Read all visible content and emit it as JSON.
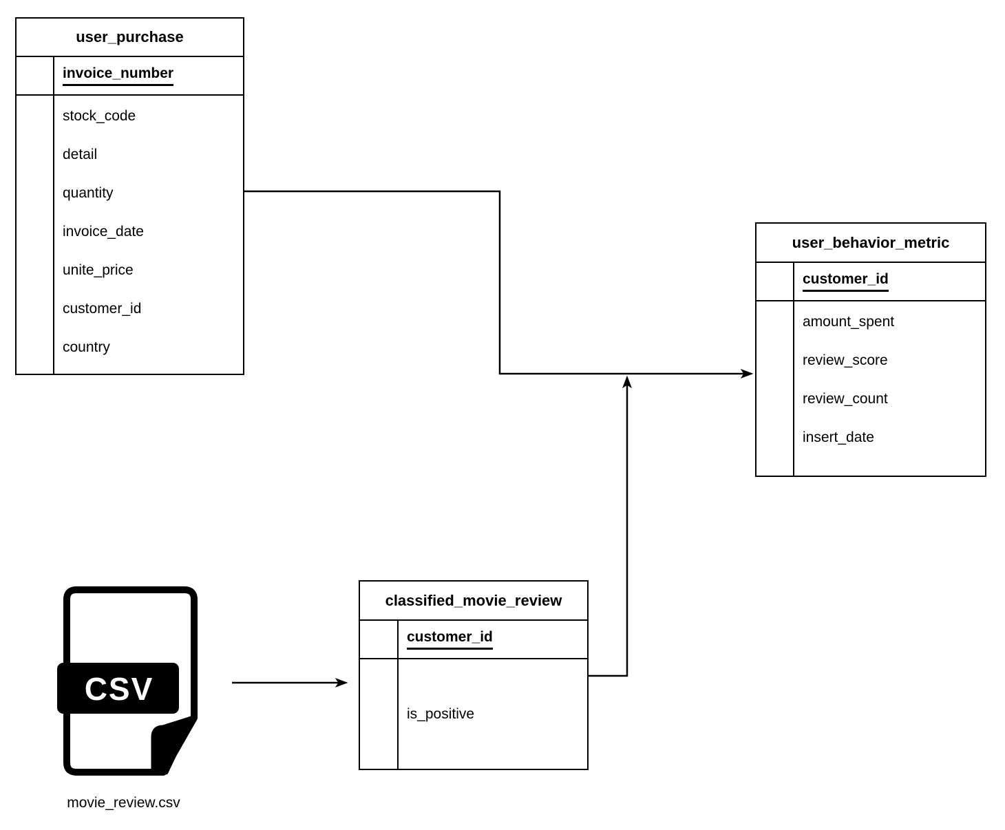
{
  "diagram": {
    "colors": {
      "stroke": "#000000",
      "background": "#ffffff",
      "text": "#000000",
      "band_fill": "#000000",
      "band_text": "#ffffff"
    },
    "entities": [
      {
        "title": "user_purchase",
        "primary_key": "invoice_number",
        "fields": [
          "stock_code",
          "detail",
          "quantity",
          "invoice_date",
          "unite_price",
          "customer_id",
          "country"
        ]
      },
      {
        "title": "user_behavior_metric",
        "primary_key": "customer_id",
        "fields": [
          "amount_spent",
          "review_score",
          "review_count",
          "insert_date"
        ]
      },
      {
        "title": "classified_movie_review",
        "primary_key": "customer_id",
        "fields": [
          "is_positive"
        ]
      }
    ],
    "file": {
      "badge_label": "CSV",
      "caption": "movie_review.csv"
    },
    "connectors": [
      {
        "from": "user_purchase",
        "to": "user_behavior_metric",
        "style": "arrow"
      },
      {
        "from": "classified_movie_review",
        "to": "user_behavior_metric",
        "style": "arrow"
      },
      {
        "from": "movie_review.csv",
        "to": "classified_movie_review",
        "style": "arrow"
      }
    ]
  }
}
